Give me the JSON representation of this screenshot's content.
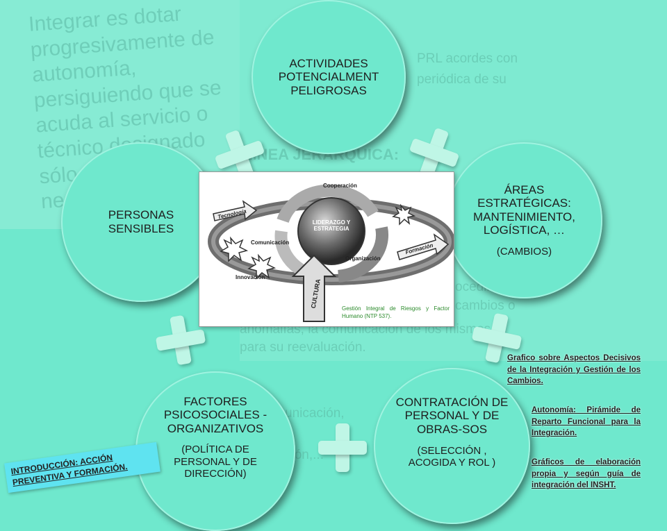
{
  "background": {
    "left_text": "Integrar es dotar progresivamente de autonomía, persiguiendo que se acuda al servicio o técnico designado sólo cuando sea necesario",
    "line_heading": "LÍNEA JERÁRQUICA:",
    "right_top_fragment": "PRL acordes con",
    "right_top_fragment2": "periódica de su",
    "mid_fragment1": "ocedim",
    "mid_fragment2": "cambios o",
    "mid_fragment3": "anomalías, la comunicación de los mismos",
    "mid_fragment4": "para su reevaluación.",
    "low_fragment1": "unicación,",
    "low_fragment2": "ción,..."
  },
  "nodes": {
    "top": {
      "label": "ACTIVIDADES POTENCIALMENT PELIGROSAS"
    },
    "left": {
      "label": "PERSONAS SENSIBLES"
    },
    "right": {
      "label": "ÁREAS ESTRATÉGICAS: MANTENIMIENTO, LOGÍSTICA, …",
      "sub": "(CAMBIOS)"
    },
    "bottom_left": {
      "label": "FACTORES PSICOSOCIALES - ORGANIZATIVOS",
      "sub": "(POLÍTICA DE PERSONAL Y DE DIRECCIÓN)"
    },
    "bottom_right": {
      "label": "CONTRATACIÓN DE PERSONAL Y DE OBRAS-SOS",
      "sub": "(SELECCIÓN , ACOGIDA Y ROL )"
    }
  },
  "center_diagram": {
    "core": "LIDERAZGO Y ESTRATEGIA",
    "labels": {
      "cooperacion": "Cooperación",
      "tecnologia": "Tecnología",
      "comunicacion": "Comunicación",
      "organizacion": "Organización",
      "formacion": "Formación",
      "innovacion": "Innovación",
      "cultura": "CULTURA"
    },
    "caption": "Gestión Integral de Riesgos y Factor Humano (NTP 537)."
  },
  "notes": {
    "note1": "Grafico sobre Aspectos Decisivos de la Integración y Gestión de los Cambios.",
    "note2": "Autonomía: Pirámide de Reparto Funcional para la Integración.",
    "note3": "Gráficos de elaboración propia y según guía de integración del INSHT."
  },
  "intro_label": "INTRODUCCIÓN: ACCIÓN PREVENTIVA Y FORMACIÓN.",
  "colors": {
    "background": "#6fe8cd",
    "plus": "#bff6e6",
    "intro_tag": "#5fe3f0"
  }
}
